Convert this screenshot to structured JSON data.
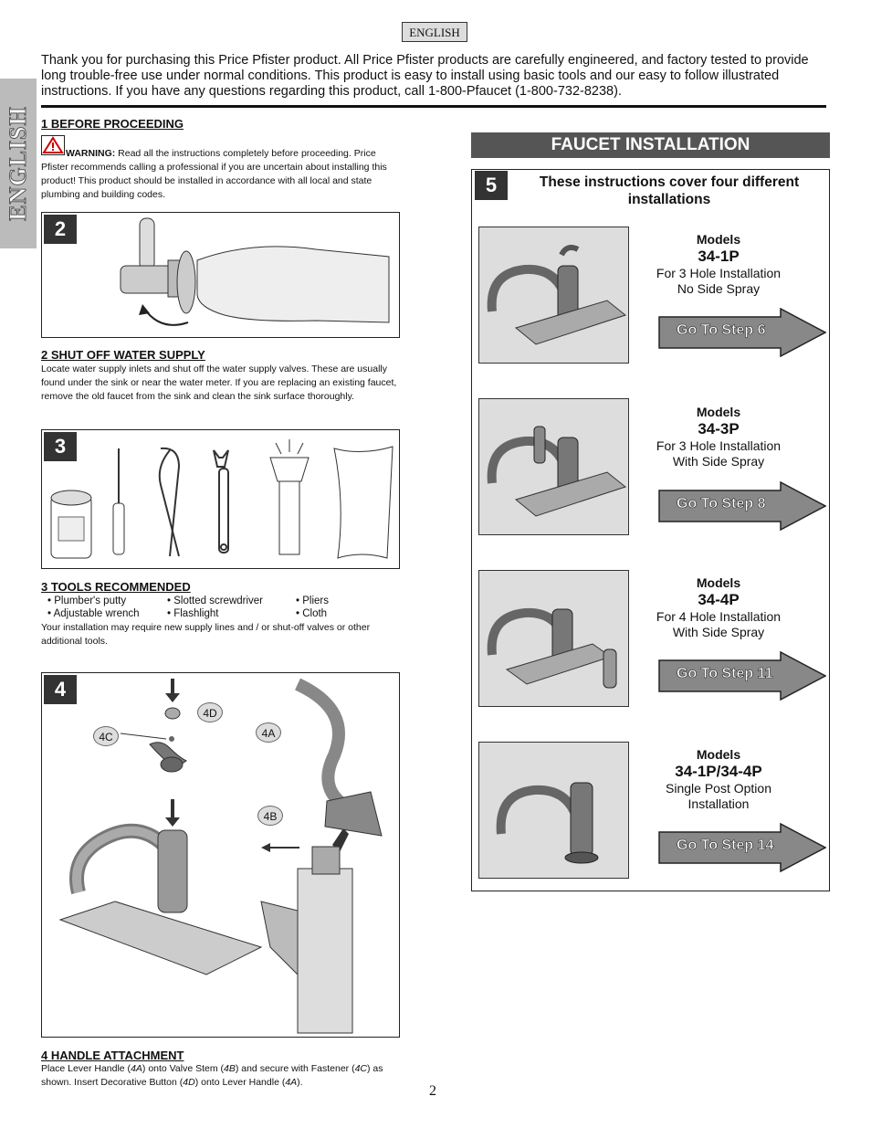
{
  "header": {
    "language_tag": "ENGLISH",
    "side_tab": "ENGLISH",
    "intro": "Thank you for purchasing this Price Pfister product.  All Price Pfister products are carefully engineered, and factory tested to provide long trouble-free use under normal conditions.  This product is easy to install using basic tools and our easy to follow illustrated instructions.  If you have any questions regarding this product, call 1-800-Pfaucet (1-800-732-8238)."
  },
  "section1": {
    "heading": "1  BEFORE PROCEEDING",
    "warning_label": "WARNING:",
    "warning_text": " Read all the instructions completely before proceeding. Price Pfister recommends calling a professional if you are uncertain about installing this product! This product should be installed in accordance with all local and state plumbing and building codes."
  },
  "figure2": {
    "number": "2"
  },
  "section2": {
    "heading": "2  SHUT OFF WATER SUPPLY",
    "text": "Locate water supply inlets and shut off the water supply valves.  These are usually found under the sink or near the water meter.  If you are replacing an existing faucet, remove the old faucet from the sink and clean the sink surface thoroughly."
  },
  "figure3": {
    "number": "3"
  },
  "section3": {
    "heading": "3  TOOLS RECOMMENDED",
    "tools": [
      "• Plumber's putty",
      "• Slotted screwdriver",
      "• Pliers",
      "• Adjustable wrench",
      "• Flashlight",
      "• Cloth"
    ],
    "note": "Your installation may require new supply lines and / or shut-off valves or other additional tools."
  },
  "figure4": {
    "number": "4",
    "callouts": [
      "4D",
      "4C",
      "4A",
      "4B"
    ]
  },
  "section4": {
    "heading": "4  HANDLE ATTACHMENT",
    "t1": "Place Lever Handle (",
    "i1": "4A",
    "t2": ") onto Valve Stem (",
    "i2": "4B",
    "t3": ") and secure with Fastener (",
    "i3": "4C",
    "t4": ") as shown. Insert Decorative Button (",
    "i4": "4D",
    "t5": ") onto Lever Handle (",
    "i5": "4A",
    "t6": ")."
  },
  "install": {
    "title": "FAUCET INSTALLATION",
    "step_number": "5",
    "intro": "These instructions cover four different installations",
    "models": [
      {
        "label": "Models",
        "number": "34-1P",
        "line1": "For 3 Hole Installation",
        "line2": "No Side Spray",
        "go": "Go To Step 6"
      },
      {
        "label": "Models",
        "number": "34-3P",
        "line1": "For 3 Hole Installation",
        "line2": "With Side Spray",
        "go": "Go To Step 8"
      },
      {
        "label": "Models",
        "number": "34-4P",
        "line1": "For 4 Hole Installation",
        "line2": "With Side Spray",
        "go": "Go To Step 11"
      },
      {
        "label": "Models",
        "number": "34-1P/34-4P",
        "line1": "Single Post Option",
        "line2": "Installation",
        "go": "Go To Step 14"
      }
    ]
  },
  "footer": {
    "page_number": "2"
  }
}
